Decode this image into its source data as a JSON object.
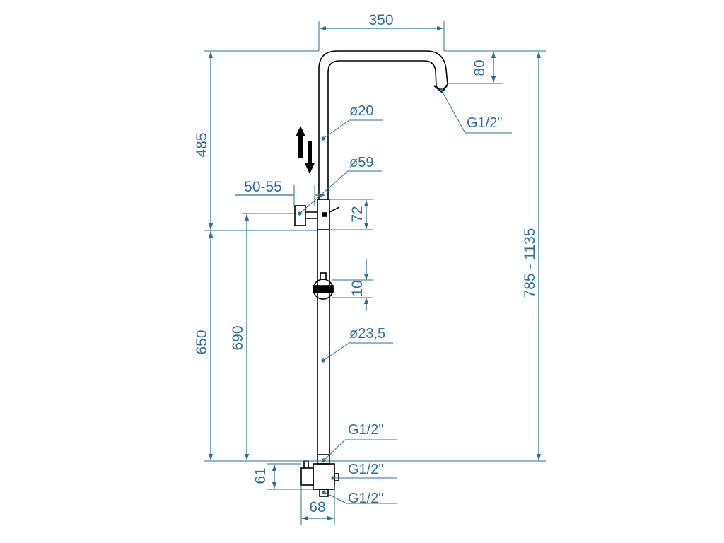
{
  "colors": {
    "background": "#ffffff",
    "dimension": "#2a6f9e",
    "outline": "#000000"
  },
  "dimensions": {
    "top_width": "350",
    "head_drop": "80",
    "upper_height": "485",
    "arm_depth": "50-55",
    "holder_height": "72",
    "slider_size": "10",
    "lower_height": "650",
    "inner_height": "690",
    "overall_height": "785 - 1135",
    "mixer_height": "61",
    "mixer_width": "68"
  },
  "labels": {
    "head_thread": "G1/2\"",
    "upper_pipe_dia": "ø20",
    "holder_dia": "ø59",
    "lower_pipe_dia": "ø23,5",
    "mixer_top_thread": "G1/2\"",
    "mixer_side_thread": "G1/2\"",
    "mixer_bottom_thread": "G1/2\""
  },
  "icons": {
    "adjust": "up-down-arrows-icon"
  }
}
